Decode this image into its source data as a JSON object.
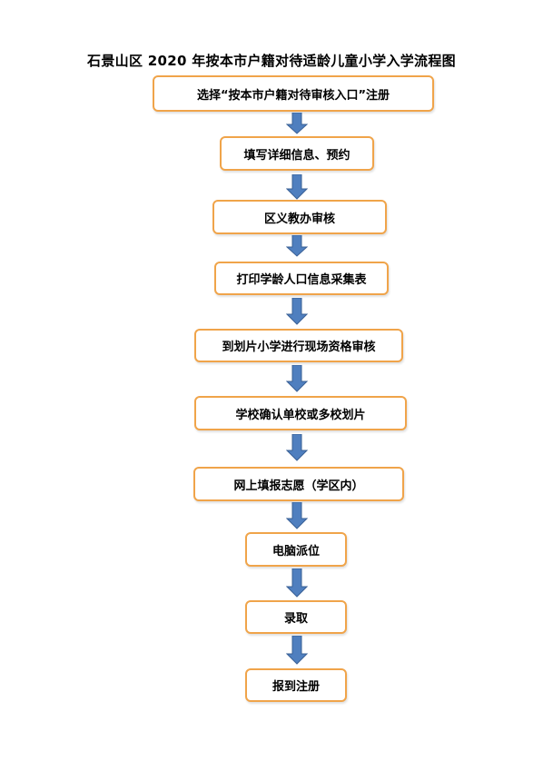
{
  "title": "石景山区 2020 年按本市户籍对待适龄儿童小学入学流程图",
  "colors": {
    "box_border": "#f0a44a",
    "arrow_fill": "#4f7fbf",
    "arrow_stroke": "#3a6096"
  },
  "steps": [
    {
      "label": "选择“按本市户籍对待审核入口”注册"
    },
    {
      "label": "填写详细信息、预约"
    },
    {
      "label": "区义教办审核"
    },
    {
      "label": "打印学龄人口信息采集表"
    },
    {
      "label": "到划片小学进行现场资格审核"
    },
    {
      "label": "学校确认单校或多校划片"
    },
    {
      "label": "网上填报志愿（学区内）"
    },
    {
      "label": "电脑派位"
    },
    {
      "label": "录取"
    },
    {
      "label": "报到注册"
    }
  ]
}
